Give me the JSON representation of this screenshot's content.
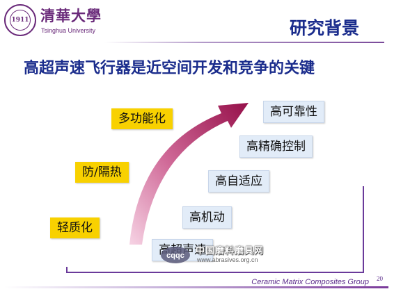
{
  "header": {
    "university_cn": "清華大學",
    "university_en": "Tsinghua University",
    "seal_text": "1911",
    "section_title": "研究背景"
  },
  "main_heading": "高超声速飞行器是近空间开发和竞争的关键",
  "left_labels": [
    "多功能化",
    "防/隔热",
    "轻质化"
  ],
  "right_items": [
    "高可靠性",
    "高精确控制",
    "高自适应",
    "高机动",
    "高超声速"
  ],
  "watermark": {
    "logo_text": "cqqc",
    "text_cn": "中国磨料磨具网",
    "url": "www.abrasives.org.cn"
  },
  "footer": {
    "group_name": "Ceramic Matrix Composites Group",
    "page_number": "20"
  },
  "colors": {
    "title_blue": "#1a2c8c",
    "brand_purple": "#6a2a7a",
    "label_yellow": "#f8d100",
    "box_blue": "#e2ecf8",
    "arrow_start": "#f3c6dd",
    "arrow_end": "#9a0f4a",
    "axis_purple": "#6a3a9a"
  }
}
